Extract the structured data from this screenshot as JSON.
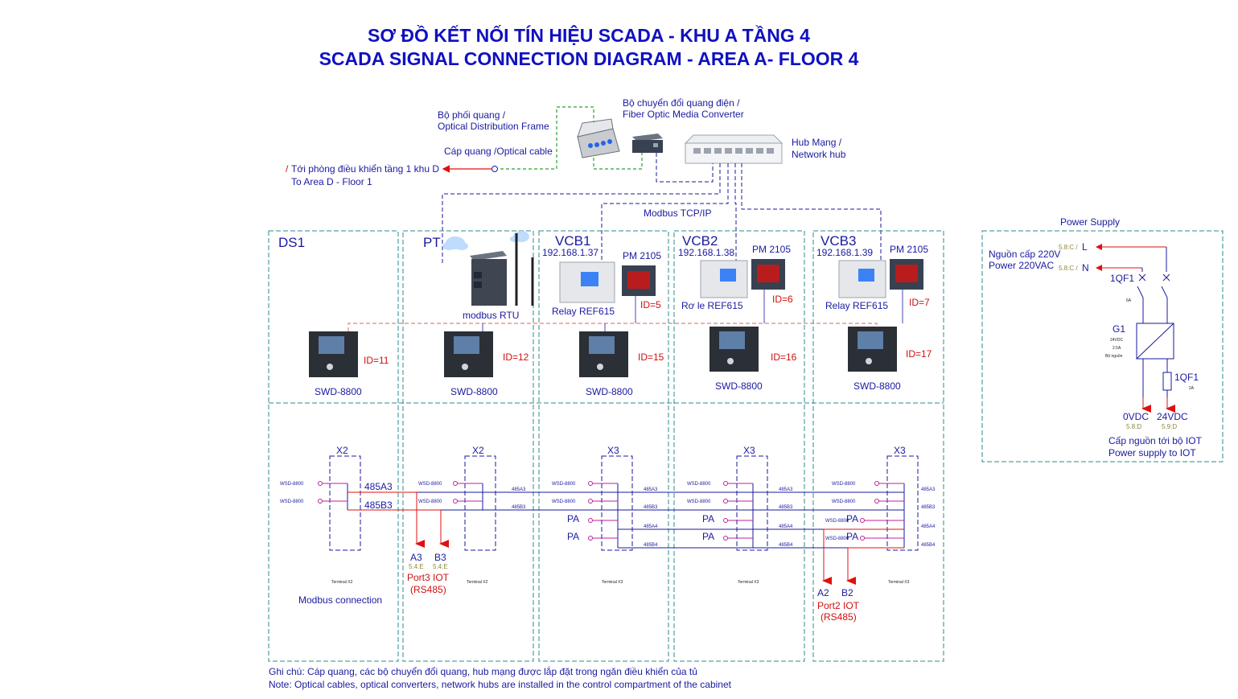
{
  "title": {
    "line1": "SƠ ĐỒ KẾT NỐI TÍN HIỆU SCADA - KHU A TẦNG 4",
    "line2": "SCADA SIGNAL CONNECTION DIAGRAM - AREA A- FLOOR 4"
  },
  "top": {
    "odf_label_1": "Bộ phối quang /",
    "odf_label_2": "Optical Distribution Frame",
    "converter_label_1": "Bộ chuyển đổi quang điện /",
    "converter_label_2": "Fiber Optic Media Converter",
    "hub_label_1": "Hub Mạng /",
    "hub_label_2": "Network hub",
    "optical_cable": "Cáp quang /Optical cable",
    "to_control_1": "Tới phòng điều khiển tầng 1 khu D",
    "to_control_2": "To Area D - Floor 1",
    "to_control_prefix": "/",
    "modbus_tcp": "Modbus TCP/IP"
  },
  "panels": [
    {
      "name": "DS1",
      "ip": "",
      "relay": "",
      "meter": "",
      "meter_id": "",
      "swd_id": "ID=11",
      "swd": "SWD-8800",
      "terminal": "X2",
      "terminal_caption": "Terminal X2"
    },
    {
      "name": "PT",
      "ip": "",
      "relay": "",
      "meter": "",
      "meter_id": "",
      "swd_id": "ID=12",
      "swd": "SWD-8800",
      "terminal": "X2",
      "terminal_caption": "Terminal X2",
      "rtu": "modbus RTU"
    },
    {
      "name": "VCB1",
      "ip": "192.168.1.37",
      "relay": "Relay REF615",
      "meter": "PM 2105",
      "meter_id": "ID=5",
      "swd_id": "ID=15",
      "swd": "SWD-8800",
      "terminal": "X3",
      "terminal_caption": "Terminal X3"
    },
    {
      "name": "VCB2",
      "ip": "192.168.1.38",
      "relay": "Rơ le REF615",
      "meter": "PM 2105",
      "meter_id": "ID=6",
      "swd_id": "ID=16",
      "swd": "SWD-8800",
      "terminal": "X3",
      "terminal_caption": "Terminal X3"
    },
    {
      "name": "VCB3",
      "ip": "192.168.1.39",
      "relay": "Relay REF615",
      "meter": "PM 2105",
      "meter_id": "ID=7",
      "swd_id": "ID=17",
      "swd": "SWD-8800",
      "terminal": "X3",
      "terminal_caption": "Terminal X3"
    }
  ],
  "wiring": {
    "wsd": "WSD-8800",
    "pa": "PA",
    "sig_485a3": "485A3",
    "sig_485b3": "485B3",
    "sig_485a4": "485A4",
    "sig_485b4": "485B4",
    "modbus_connection": "Modbus connection",
    "port3": {
      "a": "A3",
      "b": "B3",
      "a_ref": "5.4:E",
      "b_ref": "5.4:E",
      "label": "Port3 IOT",
      "proto": "(RS485)"
    },
    "port2": {
      "a": "A2",
      "b": "B2",
      "label": "Port2 IOT",
      "proto": "(RS485)"
    }
  },
  "power": {
    "title": "Power Supply",
    "source_1": "Nguồn cấp 220V",
    "source_2": "Power 220VAC",
    "ref_l": "5.8:C /",
    "ref_n": "5.8:C /",
    "l": "L",
    "n": "N",
    "qf1": "1QF1",
    "qf1_rating": "6A",
    "g1": "G1",
    "g1_spec_1": "24VDC",
    "g1_spec_2": "2.5A",
    "g1_spec_3": "Bộ nguồn",
    "qf2": "1QF1",
    "qf2_rating": "2A",
    "out_0v": "0VDC",
    "out_24v": "24VDC",
    "ref_0v": "5.8:D",
    "ref_24v": "5.9:D",
    "supply_1": "Cấp nguồn tới bộ IOT",
    "supply_2": "Power supply to IOT"
  },
  "notes": {
    "vn": "Ghi chú: Cáp quang, các bộ chuyển đổi quang, hub mạng được lắp đặt trong ngăn điều khiển của tủ",
    "en": "Note: Optical cables, optical converters, network hubs are installed in the control compartment of the cabinet"
  },
  "colors": {
    "title": "#1010c0",
    "text": "#1a1aa0",
    "id": "#d01010",
    "panel_border": "#2e8b8b",
    "optical": "#2ca02c",
    "network": "#1a1aa0",
    "rs485_wire": "#1a1aa0",
    "port_arrow": "#e01010"
  }
}
